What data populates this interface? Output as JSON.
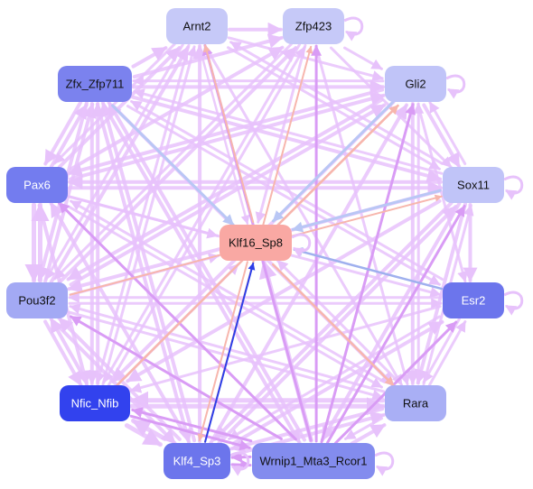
{
  "diagram": {
    "colors": {
      "edge_light": "#e7c2fb",
      "edge_mid": "#d99cf5",
      "edge_salmon": "#f7b6ad",
      "edge_blue": "#b9c7f5",
      "edge_strong": "#2c3ee8",
      "edge_steel": "#9fb0ee"
    },
    "nodes": [
      {
        "id": "arnt2",
        "label": "Arnt2",
        "fill": "#c6c9f8",
        "text_color": "#111111"
      },
      {
        "id": "zfp423",
        "label": "Zfp423",
        "fill": "#c6c9f8",
        "text_color": "#111111"
      },
      {
        "id": "zfx",
        "label": "Zfx_Zfp711",
        "fill": "#7b82ee",
        "text_color": "#111111"
      },
      {
        "id": "gli2",
        "label": "Gli2",
        "fill": "#c0c4f8",
        "text_color": "#111111"
      },
      {
        "id": "pax6",
        "label": "Pax6",
        "fill": "#737cef",
        "text_color": "#ffffff"
      },
      {
        "id": "sox11",
        "label": "Sox11",
        "fill": "#c0c4f8",
        "text_color": "#111111"
      },
      {
        "id": "klf16",
        "label": "Klf16_Sp8",
        "fill": "#f9a8a3",
        "text_color": "#111111"
      },
      {
        "id": "pou3f2",
        "label": "Pou3f2",
        "fill": "#a3a9f4",
        "text_color": "#111111"
      },
      {
        "id": "esr2",
        "label": "Esr2",
        "fill": "#6c75ec",
        "text_color": "#ffffff"
      },
      {
        "id": "nfic",
        "label": "Nfic_Nfib",
        "fill": "#3242ee",
        "text_color": "#ffffff"
      },
      {
        "id": "rara",
        "label": "Rara",
        "fill": "#a9aff5",
        "text_color": "#111111"
      },
      {
        "id": "klf4",
        "label": "Klf4_Sp3",
        "fill": "#6c75ec",
        "text_color": "#ffffff"
      },
      {
        "id": "wrnip1",
        "label": "Wrnip1_Mta3_Rcor1",
        "fill": "#838cee",
        "text_color": "#111111"
      }
    ],
    "edges": [
      {
        "from": "klf4",
        "to": "klf16",
        "color": "edge_strong",
        "width": 2
      },
      {
        "from": "esr2",
        "to": "klf16",
        "color": "edge_steel",
        "width": 2.5
      },
      {
        "from": "zfx",
        "to": "klf16",
        "color": "edge_blue",
        "width": 3
      },
      {
        "from": "gli2",
        "to": "klf16",
        "color": "edge_blue",
        "width": 3
      },
      {
        "from": "sox11",
        "to": "klf16",
        "color": "edge_blue",
        "width": 3
      },
      {
        "from": "wrnip1",
        "to": "klf16",
        "color": "edge_light",
        "width": 5
      },
      {
        "from": "nfic",
        "to": "klf16",
        "color": "edge_light",
        "width": 3
      },
      {
        "from": "pou3f2",
        "to": "klf16",
        "color": "edge_light",
        "width": 3
      },
      {
        "from": "pax6",
        "to": "klf16",
        "color": "edge_light",
        "width": 3
      },
      {
        "from": "arnt2",
        "to": "klf16",
        "color": "edge_light",
        "width": 2.5
      },
      {
        "from": "zfp423",
        "to": "klf16",
        "color": "edge_light",
        "width": 3
      },
      {
        "from": "rara",
        "to": "klf16",
        "color": "edge_light",
        "width": 3
      },
      {
        "from": "klf16",
        "to": "rara",
        "color": "edge_salmon",
        "width": 2.5
      },
      {
        "from": "klf16",
        "to": "klf4",
        "color": "edge_salmon",
        "width": 2
      },
      {
        "from": "klf16",
        "to": "arnt2",
        "color": "edge_salmon",
        "width": 2
      },
      {
        "from": "klf16",
        "to": "gli2",
        "color": "edge_salmon",
        "width": 2.5
      },
      {
        "from": "nfic",
        "to": "gli2",
        "color": "edge_salmon",
        "width": 2.5
      },
      {
        "from": "pou3f2",
        "to": "sox11",
        "color": "edge_salmon",
        "width": 2
      },
      {
        "from": "klf4",
        "to": "zfp423",
        "color": "edge_salmon",
        "width": 2
      },
      {
        "from": "wrnip1",
        "to": "zfp423",
        "color": "edge_mid",
        "width": 3
      },
      {
        "from": "wrnip1",
        "to": "arnt2",
        "color": "edge_mid",
        "width": 3
      },
      {
        "from": "wrnip1",
        "to": "pax6",
        "color": "edge_mid",
        "width": 3
      },
      {
        "from": "wrnip1",
        "to": "pou3f2",
        "color": "edge_mid",
        "width": 3
      },
      {
        "from": "wrnip1",
        "to": "nfic",
        "color": "edge_mid",
        "width": 3
      },
      {
        "from": "wrnip1",
        "to": "klf4",
        "color": "edge_mid",
        "width": 3
      },
      {
        "from": "wrnip1",
        "to": "gli2",
        "color": "edge_mid",
        "width": 3
      },
      {
        "from": "wrnip1",
        "to": "sox11",
        "color": "edge_mid",
        "width": 3
      },
      {
        "from": "wrnip1",
        "to": "esr2",
        "color": "edge_mid",
        "width": 3
      },
      {
        "from": "klf4",
        "to": "wrnip1",
        "color": "edge_mid",
        "width": 3
      },
      {
        "from": "nfic",
        "to": "wrnip1",
        "color": "edge_mid",
        "width": 3
      },
      {
        "from": "rara",
        "to": "nfic",
        "color": "edge_light",
        "width": 5
      },
      {
        "from": "nfic",
        "to": "rara",
        "color": "edge_light",
        "width": 5
      },
      {
        "from": "klf4",
        "to": "nfic",
        "color": "edge_light",
        "width": 5
      },
      {
        "from": "nfic",
        "to": "klf4",
        "color": "edge_light",
        "width": 5
      },
      {
        "from": "klf4",
        "to": "rara",
        "color": "edge_light",
        "width": 4
      },
      {
        "from": "rara",
        "to": "klf4",
        "color": "edge_light",
        "width": 4
      },
      {
        "from": "klf4",
        "to": "pou3f2",
        "color": "edge_light",
        "width": 4
      },
      {
        "from": "pou3f2",
        "to": "klf4",
        "color": "edge_light",
        "width": 4
      },
      {
        "from": "klf4",
        "to": "pax6",
        "color": "edge_light",
        "width": 4
      },
      {
        "from": "klf4",
        "to": "zfx",
        "color": "edge_light",
        "width": 4
      },
      {
        "from": "zfx",
        "to": "klf4",
        "color": "edge_light",
        "width": 4
      },
      {
        "from": "klf4",
        "to": "gli2",
        "color": "edge_light",
        "width": 4
      },
      {
        "from": "klf4",
        "to": "sox11",
        "color": "edge_light",
        "width": 4
      },
      {
        "from": "klf4",
        "to": "esr2",
        "color": "edge_light",
        "width": 4
      },
      {
        "from": "klf4",
        "to": "arnt2",
        "color": "edge_light",
        "width": 4
      },
      {
        "from": "pou3f2",
        "to": "pax6",
        "color": "edge_light",
        "width": 5
      },
      {
        "from": "pax6",
        "to": "pou3f2",
        "color": "edge_light",
        "width": 5
      },
      {
        "from": "pou3f2",
        "to": "nfic",
        "color": "edge_light",
        "width": 4
      },
      {
        "from": "pou3f2",
        "to": "esr2",
        "color": "edge_light",
        "width": 3
      },
      {
        "from": "pou3f2",
        "to": "zfx",
        "color": "edge_light",
        "width": 4
      },
      {
        "from": "pou3f2",
        "to": "arnt2",
        "color": "edge_light",
        "width": 4
      },
      {
        "from": "pou3f2",
        "to": "zfp423",
        "color": "edge_light",
        "width": 4
      },
      {
        "from": "pou3f2",
        "to": "gli2",
        "color": "edge_light",
        "width": 4
      },
      {
        "from": "pou3f2",
        "to": "rara",
        "color": "edge_light",
        "width": 3
      },
      {
        "from": "pax6",
        "to": "sox11",
        "color": "edge_light",
        "width": 4
      },
      {
        "from": "sox11",
        "to": "pax6",
        "color": "edge_light",
        "width": 4
      },
      {
        "from": "pax6",
        "to": "arnt2",
        "color": "edge_light",
        "width": 4
      },
      {
        "from": "pax6",
        "to": "zfp423",
        "color": "edge_light",
        "width": 4
      },
      {
        "from": "pax6",
        "to": "gli2",
        "color": "edge_light",
        "width": 4
      },
      {
        "from": "pax6",
        "to": "zfx",
        "color": "edge_light",
        "width": 4
      },
      {
        "from": "pax6",
        "to": "nfic",
        "color": "edge_light",
        "width": 4
      },
      {
        "from": "pax6",
        "to": "esr2",
        "color": "edge_light",
        "width": 3
      },
      {
        "from": "pax6",
        "to": "rara",
        "color": "edge_light",
        "width": 3
      },
      {
        "from": "zfx",
        "to": "arnt2",
        "color": "edge_light",
        "width": 4
      },
      {
        "from": "zfx",
        "to": "zfp423",
        "color": "edge_light",
        "width": 4
      },
      {
        "from": "zfx",
        "to": "gli2",
        "color": "edge_light",
        "width": 4
      },
      {
        "from": "zfx",
        "to": "sox11",
        "color": "edge_light",
        "width": 4
      },
      {
        "from": "zfx",
        "to": "esr2",
        "color": "edge_light",
        "width": 3
      },
      {
        "from": "zfx",
        "to": "rara",
        "color": "edge_light",
        "width": 4
      },
      {
        "from": "zfx",
        "to": "nfic",
        "color": "edge_light",
        "width": 4
      },
      {
        "from": "zfx",
        "to": "pax6",
        "color": "edge_light",
        "width": 4
      },
      {
        "from": "zfx",
        "to": "pou3f2",
        "color": "edge_light",
        "width": 4
      },
      {
        "from": "zfx",
        "to": "wrnip1",
        "color": "edge_light",
        "width": 4
      },
      {
        "from": "arnt2",
        "to": "zfp423",
        "color": "edge_light",
        "width": 4
      },
      {
        "from": "arnt2",
        "to": "gli2",
        "color": "edge_light",
        "width": 3
      },
      {
        "from": "arnt2",
        "to": "sox11",
        "color": "edge_light",
        "width": 3
      },
      {
        "from": "arnt2",
        "to": "pax6",
        "color": "edge_light",
        "width": 3
      },
      {
        "from": "arnt2",
        "to": "pou3f2",
        "color": "edge_light",
        "width": 3
      },
      {
        "from": "arnt2",
        "to": "nfic",
        "color": "edge_light",
        "width": 3
      },
      {
        "from": "arnt2",
        "to": "rara",
        "color": "edge_light",
        "width": 3
      },
      {
        "from": "zfp423",
        "to": "gli2",
        "color": "edge_light",
        "width": 3
      },
      {
        "from": "zfp423",
        "to": "sox11",
        "color": "edge_light",
        "width": 3
      },
      {
        "from": "zfp423",
        "to": "nfic",
        "color": "edge_light",
        "width": 3
      },
      {
        "from": "zfp423",
        "to": "pou3f2",
        "color": "edge_light",
        "width": 3
      },
      {
        "from": "zfp423",
        "to": "rara",
        "color": "edge_light",
        "width": 3
      },
      {
        "from": "gli2",
        "to": "sox11",
        "color": "edge_light",
        "width": 4
      },
      {
        "from": "gli2",
        "to": "pax6",
        "color": "edge_light",
        "width": 4
      },
      {
        "from": "gli2",
        "to": "pou3f2",
        "color": "edge_light",
        "width": 4
      },
      {
        "from": "gli2",
        "to": "nfic",
        "color": "edge_light",
        "width": 4
      },
      {
        "from": "gli2",
        "to": "rara",
        "color": "edge_light",
        "width": 4
      },
      {
        "from": "gli2",
        "to": "esr2",
        "color": "edge_light",
        "width": 3
      },
      {
        "from": "gli2",
        "to": "zfx",
        "color": "edge_light",
        "width": 3
      },
      {
        "from": "sox11",
        "to": "gli2",
        "color": "edge_light",
        "width": 3
      },
      {
        "from": "sox11",
        "to": "pou3f2",
        "color": "edge_light",
        "width": 4
      },
      {
        "from": "sox11",
        "to": "nfic",
        "color": "edge_light",
        "width": 4
      },
      {
        "from": "sox11",
        "to": "klf4",
        "color": "edge_light",
        "width": 4
      },
      {
        "from": "sox11",
        "to": "wrnip1",
        "color": "edge_light",
        "width": 4
      },
      {
        "from": "sox11",
        "to": "rara",
        "color": "edge_light",
        "width": 4
      },
      {
        "from": "sox11",
        "to": "esr2",
        "color": "edge_light",
        "width": 4
      },
      {
        "from": "sox11",
        "to": "zfx",
        "color": "edge_light",
        "width": 3
      },
      {
        "from": "sox11",
        "to": "arnt2",
        "color": "edge_light",
        "width": 3
      },
      {
        "from": "esr2",
        "to": "pou3f2",
        "color": "edge_light",
        "width": 3
      },
      {
        "from": "esr2",
        "to": "nfic",
        "color": "edge_light",
        "width": 3
      },
      {
        "from": "esr2",
        "to": "klf4",
        "color": "edge_light",
        "width": 3
      },
      {
        "from": "esr2",
        "to": "rara",
        "color": "edge_light",
        "width": 3
      },
      {
        "from": "esr2",
        "to": "zfx",
        "color": "edge_light",
        "width": 3
      },
      {
        "from": "rara",
        "to": "pou3f2",
        "color": "edge_light",
        "width": 3
      },
      {
        "from": "rara",
        "to": "wrnip1",
        "color": "edge_light",
        "width": 3
      },
      {
        "from": "rara",
        "to": "sox11",
        "color": "edge_light",
        "width": 3
      },
      {
        "from": "rara",
        "to": "gli2",
        "color": "edge_light",
        "width": 3
      },
      {
        "from": "rara",
        "to": "esr2",
        "color": "edge_light",
        "width": 3
      },
      {
        "from": "rara",
        "to": "pax6",
        "color": "edge_light",
        "width": 3
      },
      {
        "from": "nfic",
        "to": "pou3f2",
        "color": "edge_light",
        "width": 4
      },
      {
        "from": "nfic",
        "to": "zfx",
        "color": "edge_light",
        "width": 4
      },
      {
        "from": "nfic",
        "to": "zfp423",
        "color": "edge_light",
        "width": 3
      },
      {
        "from": "nfic",
        "to": "arnt2",
        "color": "edge_light",
        "width": 3
      },
      {
        "from": "wrnip1",
        "to": "zfx",
        "color": "edge_light",
        "width": 4
      },
      {
        "from": "wrnip1",
        "to": "rara",
        "color": "edge_light",
        "width": 4
      }
    ],
    "self_loops": [
      {
        "node": "zfp423",
        "side": "right",
        "color": "edge_light"
      },
      {
        "node": "gli2",
        "side": "right",
        "color": "edge_light"
      },
      {
        "node": "sox11",
        "side": "right",
        "color": "edge_light"
      },
      {
        "node": "esr2",
        "side": "right",
        "color": "edge_light"
      },
      {
        "node": "klf16",
        "side": "right",
        "color": "edge_light"
      },
      {
        "node": "wrnip1",
        "side": "right",
        "color": "edge_light"
      },
      {
        "node": "klf4",
        "side": "right",
        "color": "edge_light"
      }
    ]
  }
}
